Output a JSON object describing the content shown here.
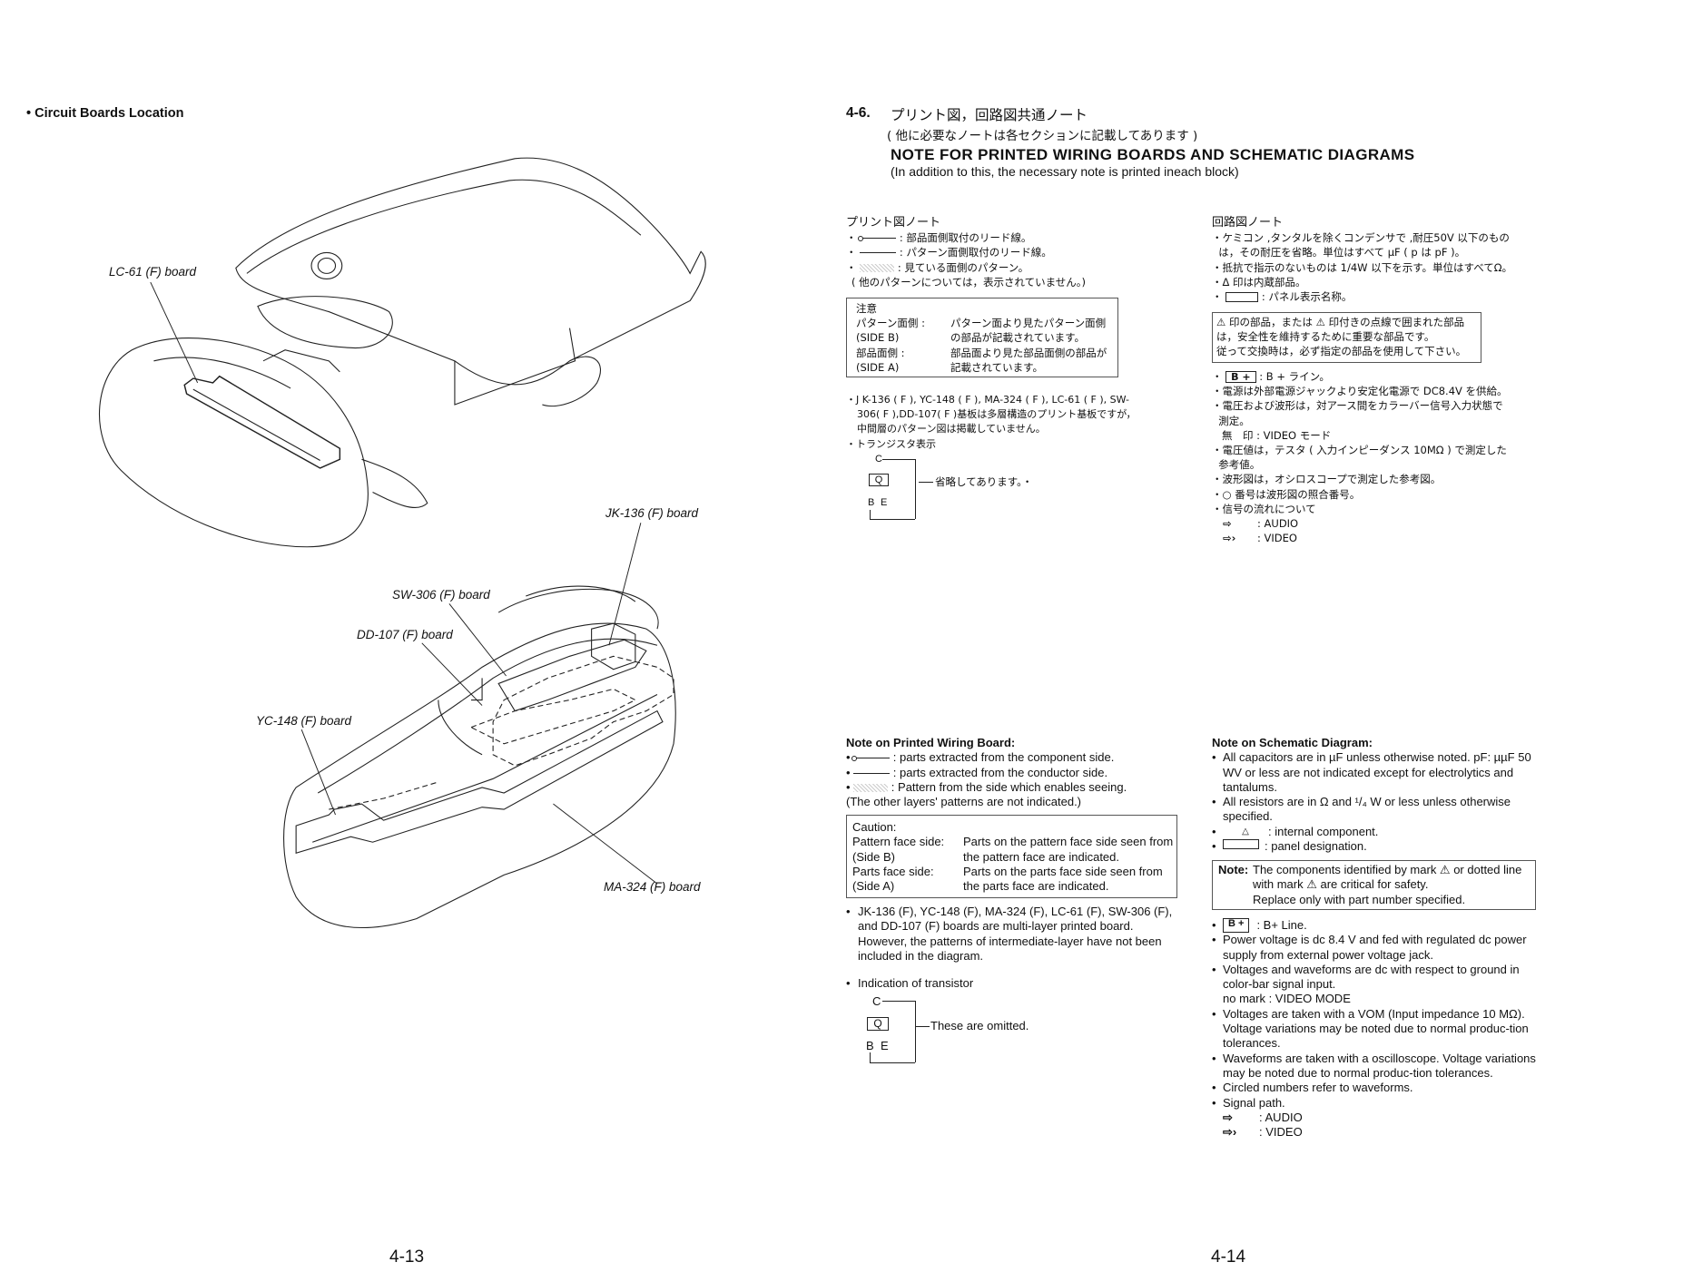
{
  "left_page": {
    "heading": "• Circuit Boards Location",
    "labels": {
      "lc61": "LC-61 (F) board",
      "jk136": "JK-136 (F) board",
      "sw306": "SW-306 (F) board",
      "dd107": "DD-107 (F) board",
      "yc148": "YC-148 (F) board",
      "ma324": "MA-324 (F) board"
    },
    "page_number": "4-13"
  },
  "right_page": {
    "section_number": "4-6.",
    "title_jp": "プリント図，回路図共通ノート",
    "subtitle_jp": "( 他に必要なノートは各セクションに記載してあります )",
    "title_en": "NOTE FOR PRINTED WIRING BOARDS AND SCHEMATIC DIAGRAMS",
    "subtitle_en": "(In addition to this, the necessary note is printed ineach block)",
    "jp_pwb": {
      "heading": "プリント図ノート",
      "items": [
        ": 部品面側取付のリード線。",
        ": パターン面側取付のリード線。",
        ": 見ている面側のパターン。"
      ],
      "other": "( 他のパターンについては，表示されていません。)",
      "caution": {
        "title": "注意",
        "rows": [
          [
            "パターン面側 :",
            "パターン面より見たパターン面側"
          ],
          [
            "(SIDE B)",
            "の部品が記載されています。"
          ],
          [
            "部品面側 :",
            "部品面より見た部品面側の部品が"
          ],
          [
            "(SIDE A)",
            "記載されています。"
          ]
        ]
      },
      "multilayer": [
        "・J K-136 ( F ), YC-148 ( F ), MA-324 ( F ), LC-61 ( F ), SW-",
        "306( F ),DD-107( F )基板は多層構造のプリント基板ですが，",
        "中間層のパターン図は掲載していません。"
      ],
      "transistor_heading": "・トランジスタ表示",
      "transistor_note": "省略してあります。・"
    },
    "jp_schematic": {
      "heading": "回路図ノート",
      "items": [
        "・ケミコン ,タンタルを除くコンデンサで ,耐圧50V 以下のもの",
        "  は，その耐圧を省略。単位はすべて µF ( p は pF )。",
        "・抵抗で指示のないものは 1/4W 以下を示す。単位はすべてΩ。",
        "・Δ 印は内蔵部品。"
      ],
      "panel": ": パネル表示名称。",
      "warning": [
        "⚠ 印の部品，または ⚠ 印付きの点線で囲まれた部品",
        "は，安全性を維持するために重要な部品です。",
        "従って交換時は，必ず指定の部品を使用して下さい。"
      ],
      "bplus_box": "B +",
      "bplus": ": B + ライン。",
      "items2": [
        "・電源は外部電源ジャックより安定化電源で DC8.4V を供給。",
        "・電圧および波形は，対アース間をカラーバー信号入力状態で",
        "  測定。",
        "   無　印 : VIDEO モード",
        "・電圧値は，テスタ ( 入力インピーダンス 10MΩ ) で測定した",
        "  参考値。",
        "・波形図は，オシロスコープで測定した参考図。",
        "・○ 番号は波形図の照合番号。",
        "・信号の流れについて"
      ],
      "audio": ": AUDIO",
      "video": ": VIDEO"
    },
    "en_pwb": {
      "heading": "Note on Printed Wiring Board:",
      "items": [
        ": parts extracted from the component side.",
        ": parts extracted from the conductor side.",
        ": Pattern from the side which enables seeing."
      ],
      "other": "(The other layers' patterns are not indicated.)",
      "caution": {
        "title": "Caution:",
        "rows": [
          [
            "Pattern face side:",
            "Parts on the pattern face side seen from"
          ],
          [
            "(Side B)",
            "the pattern face are indicated."
          ],
          [
            "Parts face side:",
            "Parts on the parts face side seen from"
          ],
          [
            "(Side A)",
            "the parts face are indicated."
          ]
        ]
      },
      "multilayer": "JK-136 (F), YC-148 (F), MA-324 (F), LC-61 (F), SW-306 (F), and DD-107 (F) boards are multi-layer printed board. However, the patterns of intermediate-layer have not been included in the diagram.",
      "transistor_heading": "Indication of transistor",
      "transistor_note": "These are omitted."
    },
    "en_schematic": {
      "heading": "Note on Schematic Diagram:",
      "capacitors": "All capacitors are in µF unless otherwise noted.  pF: µµF 50 WV or less are not indicated except for electrolytics and tantalums.",
      "resistors": "All resistors are in Ω and ¹/₄ W or less unless otherwise specified.",
      "internal": ": internal component.",
      "panel": ": panel designation.",
      "note_label": "Note:",
      "note_lines": [
        "The components identified by mark ⚠ or dotted line",
        "with mark ⚠ are critical for safety.",
        "Replace only with part number specified."
      ],
      "bplus_box": "B +",
      "bplus": ": B+ Line.",
      "items": [
        "Power voltage is dc 8.4 V and fed with regulated dc power supply from external power voltage jack.",
        "Voltages and waveforms are dc with respect to ground in color-bar signal input.\nno mark  : VIDEO MODE",
        "Voltages are taken with a VOM (Input impedance 10 MΩ). Voltage variations may be noted due to normal produc-tion tolerances.",
        "Waveforms are taken with a oscilloscope. Voltage variations may be noted due to normal produc-tion tolerances.",
        "Circled numbers refer to waveforms.",
        "Signal path."
      ],
      "audio": ": AUDIO",
      "video": ": VIDEO"
    },
    "transistor_letters": {
      "c": "C",
      "q": "Q",
      "b": "B",
      "e": "E"
    },
    "page_number": "4-14"
  }
}
